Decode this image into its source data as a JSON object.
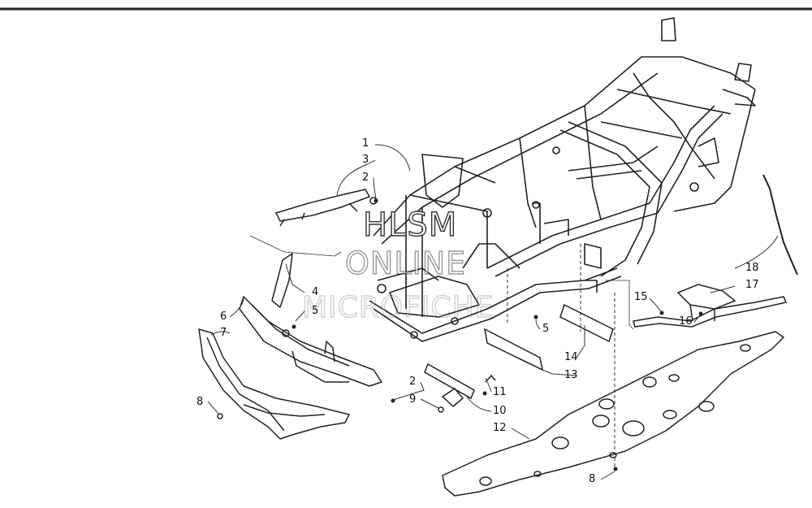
{
  "watermark": {
    "line1": "HLSM",
    "line2": "ONLINE",
    "line3": "MICROFICHE"
  },
  "callouts": {
    "c1": "1",
    "c3": "3",
    "c2a": "2",
    "c4": "4",
    "c5a": "5",
    "c6": "6",
    "c7": "7",
    "c8a": "8",
    "c2b": "2",
    "c9": "9",
    "c11": "11",
    "c10": "10",
    "c12": "12",
    "c5b": "5",
    "c14": "14",
    "c13": "13",
    "c15": "15",
    "c16": "16",
    "c17": "17",
    "c18": "18",
    "c8b": "8"
  }
}
